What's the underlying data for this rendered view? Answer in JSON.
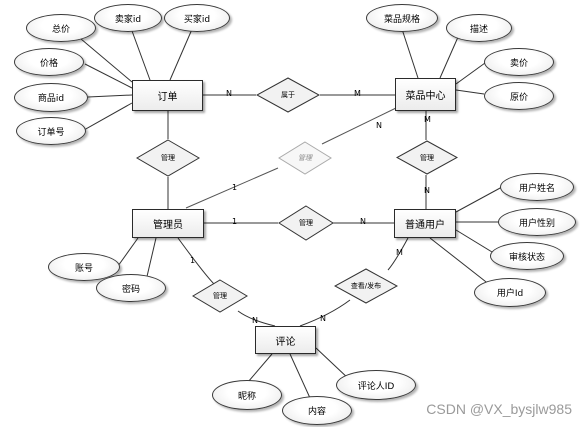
{
  "entities": {
    "order": "订单",
    "dish_center": "菜品中心",
    "admin": "管理员",
    "user": "普通用户",
    "comment": "评论"
  },
  "attributes": {
    "total_price": "总价",
    "seller_id": "卖家id",
    "buyer_id": "买家id",
    "price": "价格",
    "product_id": "商品id",
    "order_no": "订单号",
    "dish_spec": "菜品规格",
    "description": "描述",
    "sell_price": "卖价",
    "original_price": "原价",
    "user_name": "用户姓名",
    "user_gender": "用户性别",
    "review_status": "审核状态",
    "user_id": "用户Id",
    "account": "账号",
    "password": "密码",
    "nickname": "昵称",
    "content": "内容",
    "commenter_id": "评论人ID"
  },
  "relationships": {
    "belongs_to": "属于",
    "manage_order": "管理",
    "manage_dish": "管理",
    "manage_user_dish": "管理",
    "manage_user": "管理",
    "manage_comment": "管理",
    "post_comment": "查看/发布"
  },
  "cardinalities": {
    "order_belongs": "N",
    "belongs_dish": "M",
    "dish_manage": "N",
    "admin_manage_dish": "1",
    "dish_user_top": "M",
    "dish_user_bottom": "N",
    "admin_user_left": "1",
    "admin_user_right": "N",
    "user_post": "M",
    "admin_comment": "1",
    "comment_left": "N",
    "comment_right": "N"
  },
  "watermark": "CSDN @VX_bysjlw985"
}
